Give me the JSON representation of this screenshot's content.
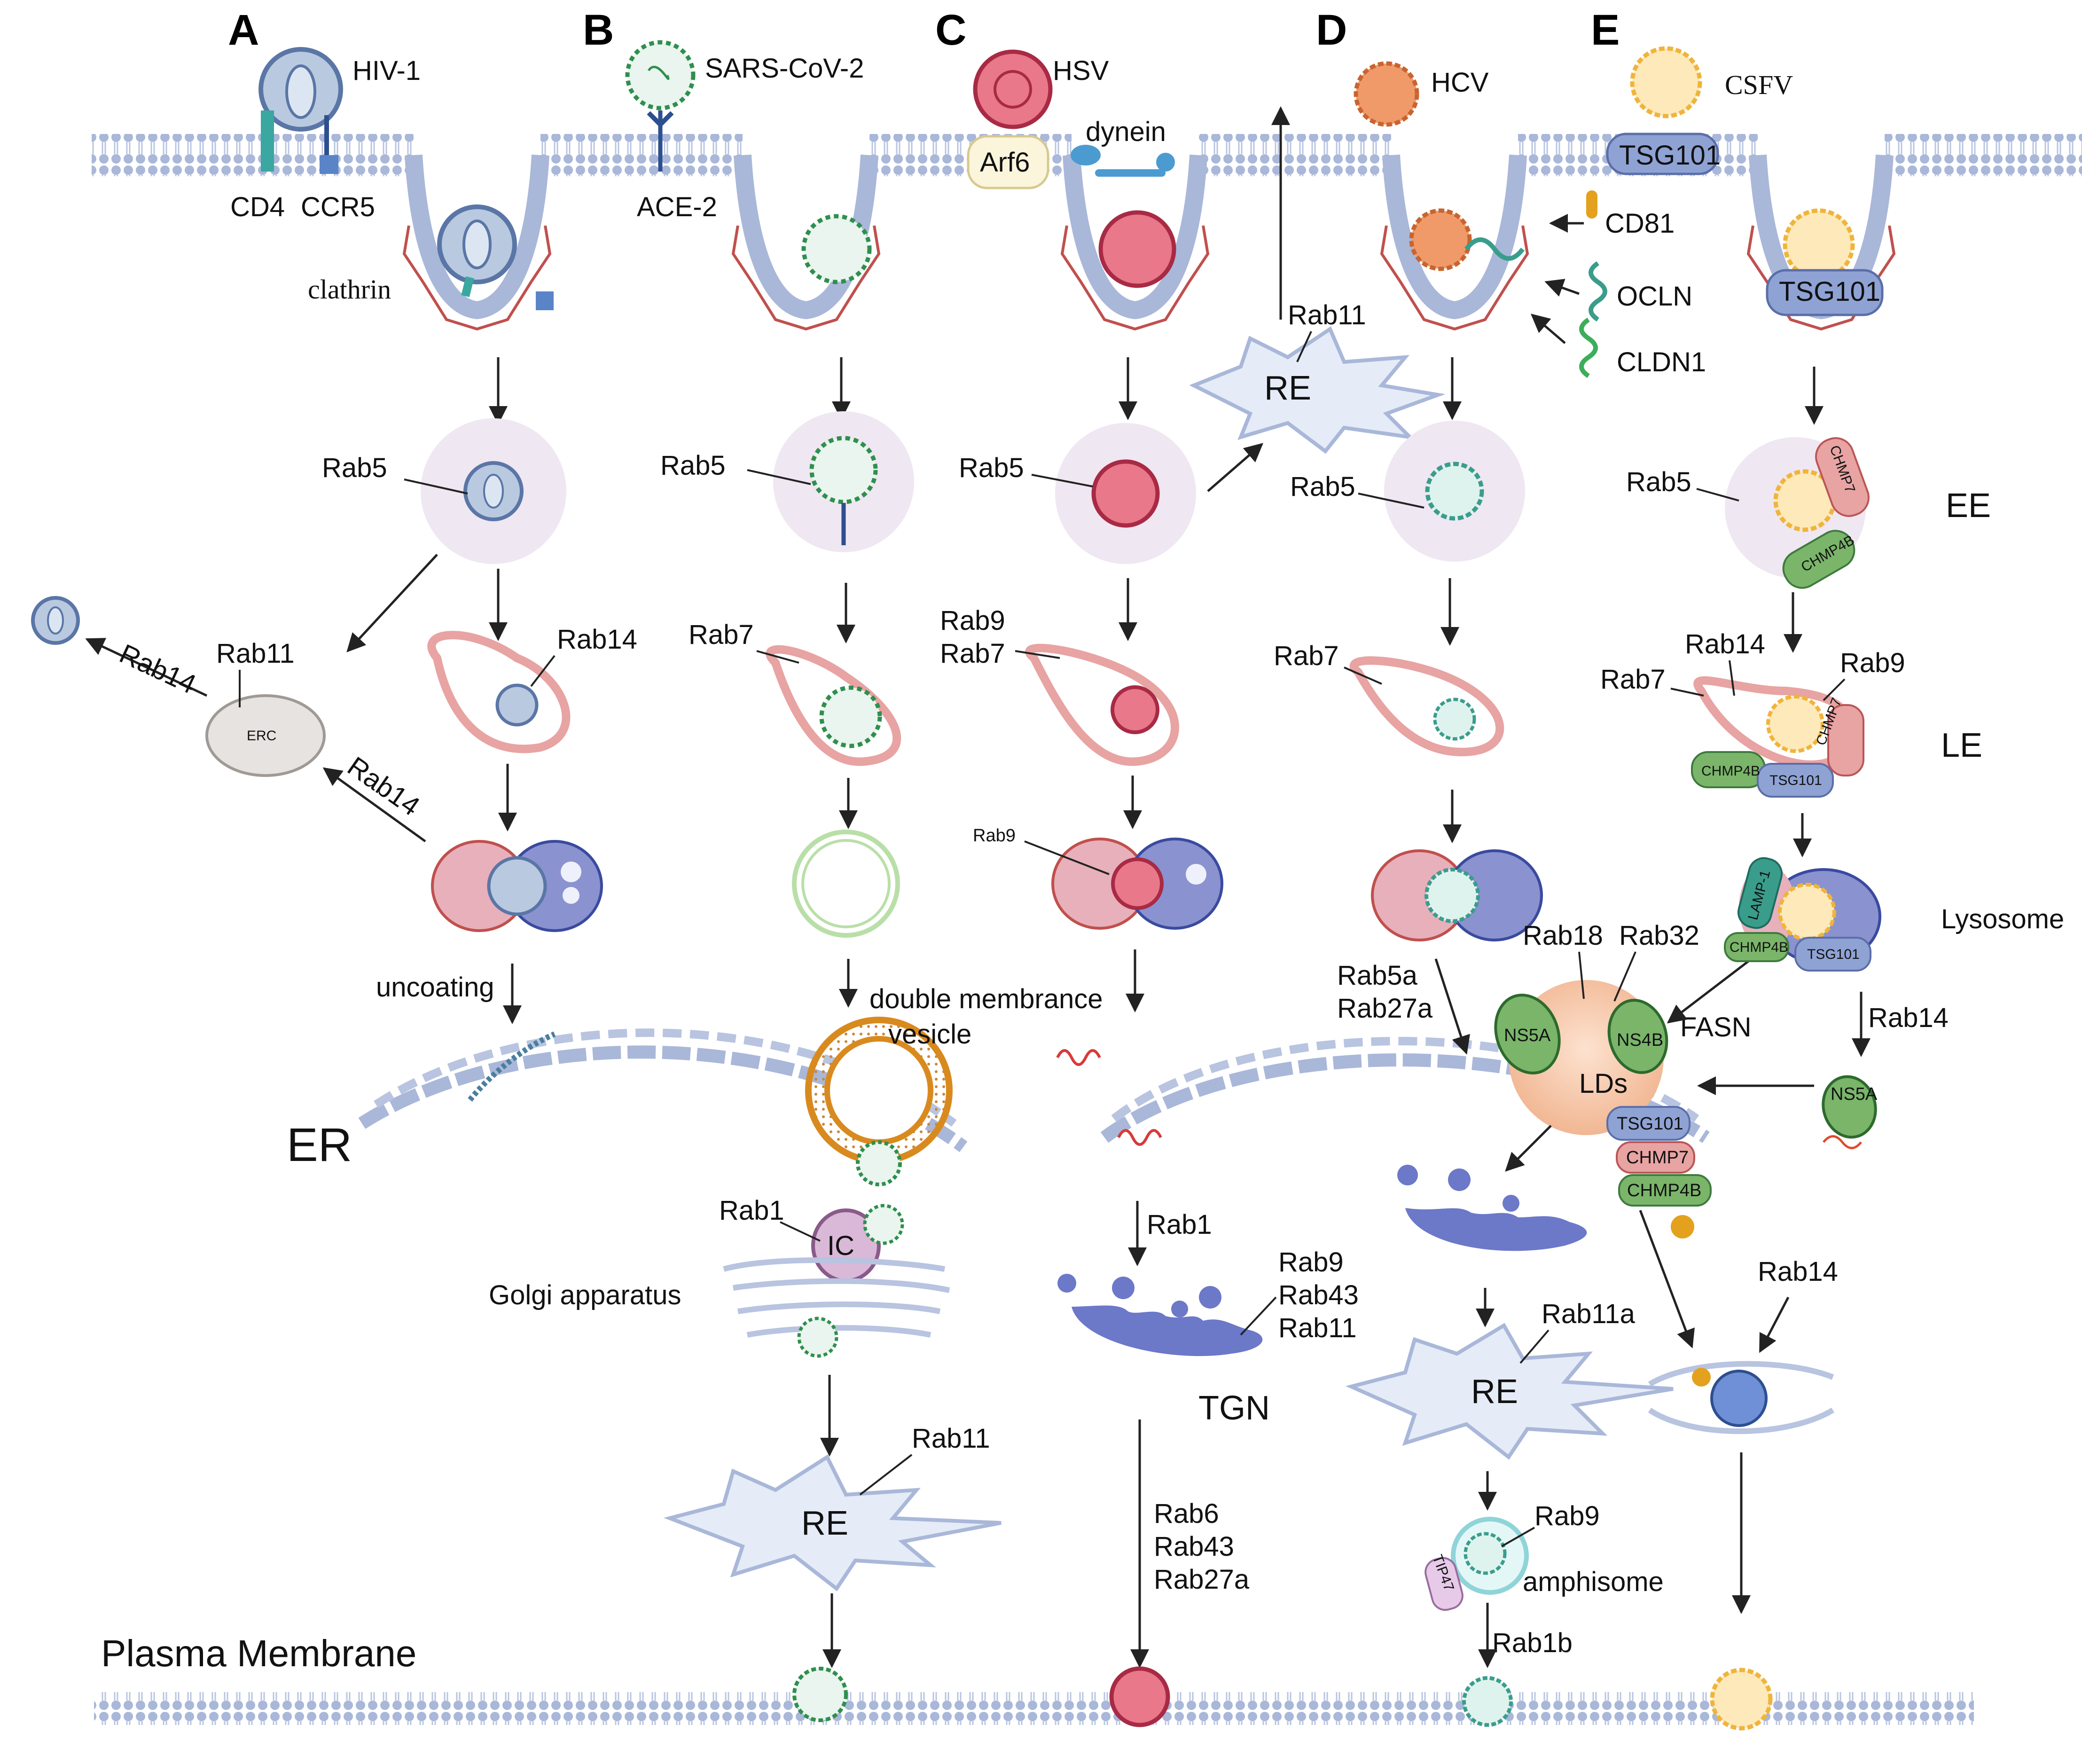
{
  "panels": {
    "A": {
      "letter": "A",
      "virus": "HIV-1",
      "receptors": [
        "CD4",
        "CCR5"
      ],
      "coat": "clathrin",
      "rab_ee": "Rab5",
      "rab_le": "Rab14",
      "rab_erc": "Rab11",
      "erc": "ERC",
      "rab14_out": "Rab14",
      "rab14_in": "Rab14",
      "uncoating": "uncoating",
      "er": "ER"
    },
    "B": {
      "letter": "B",
      "virus": "SARS-CoV-2",
      "receptor": "ACE-2",
      "rab_ee": "Rab5",
      "rab_le": "Rab7",
      "dmv": "double membrance vesicle",
      "rab_ic": "Rab1",
      "ic": "IC",
      "golgi": "Golgi apparatus",
      "rab_re": "Rab11",
      "re": "RE"
    },
    "C": {
      "letter": "C",
      "virus": "HSV",
      "arf": "Arf6",
      "motor": "dynein",
      "rab_ee": "Rab5",
      "rab_le": [
        "Rab9",
        "Rab7"
      ],
      "rab_lys": "Rab9",
      "rab_re": "Rab11",
      "re": "RE",
      "rab_golgi": "Rab1",
      "rab_tgn": [
        "Rab9",
        "Rab43",
        "Rab11"
      ],
      "tgn": "TGN",
      "rab_pm": [
        "Rab6",
        "Rab43",
        "Rab27a"
      ]
    },
    "D": {
      "letter": "D",
      "virus": "HCV",
      "receptors": [
        "CD81",
        "OCLN",
        "CLDN1"
      ],
      "rab_ee": "Rab5",
      "rab_le": "Rab7",
      "rab_er": [
        "Rab5a",
        "Rab27a"
      ],
      "rab_ld": [
        "Rab18",
        "Rab32"
      ],
      "ns5a": "NS5A",
      "ns4b": "NS4B",
      "lds": "LDs",
      "fasn": "FASN",
      "escrt": [
        "TSG101",
        "CHMP7",
        "CHMP4B"
      ],
      "rab_re": "Rab11a",
      "re": "RE",
      "rab_amph": "Rab9",
      "tip47": "TIP47",
      "amphisome": "amphisome",
      "rab_pm": "Rab1b"
    },
    "E": {
      "letter": "E",
      "virus": "CSFV",
      "tsg": "TSG101",
      "tsg_pit": "TSG101",
      "rab_ee": "Rab5",
      "ee_proteins": [
        "CHMP7",
        "CHMP4B"
      ],
      "ee": "EE",
      "rab_le": [
        "Rab14",
        "Rab9",
        "Rab7"
      ],
      "le_proteins": [
        "CHMP4B",
        "TSG101",
        "CHMP7"
      ],
      "le": "LE",
      "lys_proteins": [
        "LAMP-1",
        "CHMP4B",
        "TSG101"
      ],
      "lysosome": "Lysosome",
      "rab_lys": "Rab14",
      "ns5a": "NS5A",
      "rab_golgi": "Rab14"
    }
  },
  "plasma_membrane": "Plasma Membrane",
  "colors": {
    "membrane": "#a8b6d8",
    "clathrin": "#c0504d",
    "hiv": "#6a86b0",
    "sars": "#2f8f4e",
    "hsv": "#c8364d",
    "hcv": "#e8854a",
    "hcv_green": "#3a9d8c",
    "csfv": "#f0b43a",
    "ee": "#efe7f2",
    "le": "#e8a3a3",
    "lys_red": "#e7b0bb",
    "lys_blue": "#8a92cf",
    "re": "#e5ecf7",
    "green_prot": "#7ab56a",
    "blue_prot": "#8fa2d4",
    "pink_prot": "#e8a3a3"
  }
}
